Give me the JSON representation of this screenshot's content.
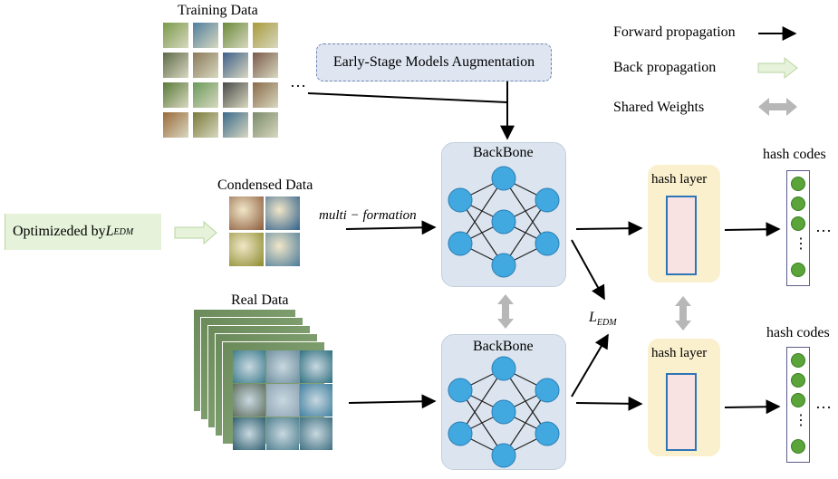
{
  "labels": {
    "training_data": "Training Data",
    "condensed_data": "Condensed Data",
    "real_data": "Real  Data",
    "augmentation": "Early-Stage Models Augmentation",
    "optimized_prefix": "Optimizeded by ",
    "optimized_math": "L",
    "optimized_sub": "EDM",
    "multi_formation": "multi − formation",
    "backbone_top": "BackBone",
    "backbone_bottom": "BackBone",
    "hash_layer_top": "hash layer",
    "hash_layer_bottom": "hash layer",
    "hash_codes_top": "hash codes",
    "hash_codes_bottom": "hash codes",
    "loss_math": "L",
    "loss_sub": "EDM",
    "ellipsis": "…",
    "vdots": "⋮"
  },
  "legend": {
    "forward": "Forward propagation",
    "back": "Back propagation",
    "shared": "Shared Weights"
  },
  "colors": {
    "neuron": "#41a9e0",
    "backbone_bg": "#dce5ef",
    "hash_bg": "#fbf0cd",
    "hash_inner": "#f9e2e2",
    "hash_border": "#2e75b6",
    "code_dot": "#5aa43a",
    "back_arrow": "#e6f3da",
    "shared_arrow": "#b7b7b7"
  },
  "training_thumbs": [
    "#7a9a4a",
    "#4f7f9d",
    "#6a8a3a",
    "#a89a3b",
    "#5f6a4a",
    "#8b7a5a",
    "#3f5f8a",
    "#7a5a4a",
    "#5a7a3a",
    "#6a9a5a",
    "#4a4a4a",
    "#8a6a4a",
    "#9a6a3a",
    "#7a7a3a",
    "#3a6a8a",
    "#7a8a6a"
  ],
  "condensed_thumbs": [
    "#8a5a3a",
    "#2f5f8a",
    "#8a8a2a",
    "#4a7a9a"
  ],
  "real_thumbs": [
    "#3d7c8c",
    "#6f8f9f",
    "#2f6f7f",
    "#5f6f5f",
    "#8fa3b3",
    "#3f7f9f",
    "#2f5f6f",
    "#4f7f8f",
    "#3f6f7f"
  ]
}
